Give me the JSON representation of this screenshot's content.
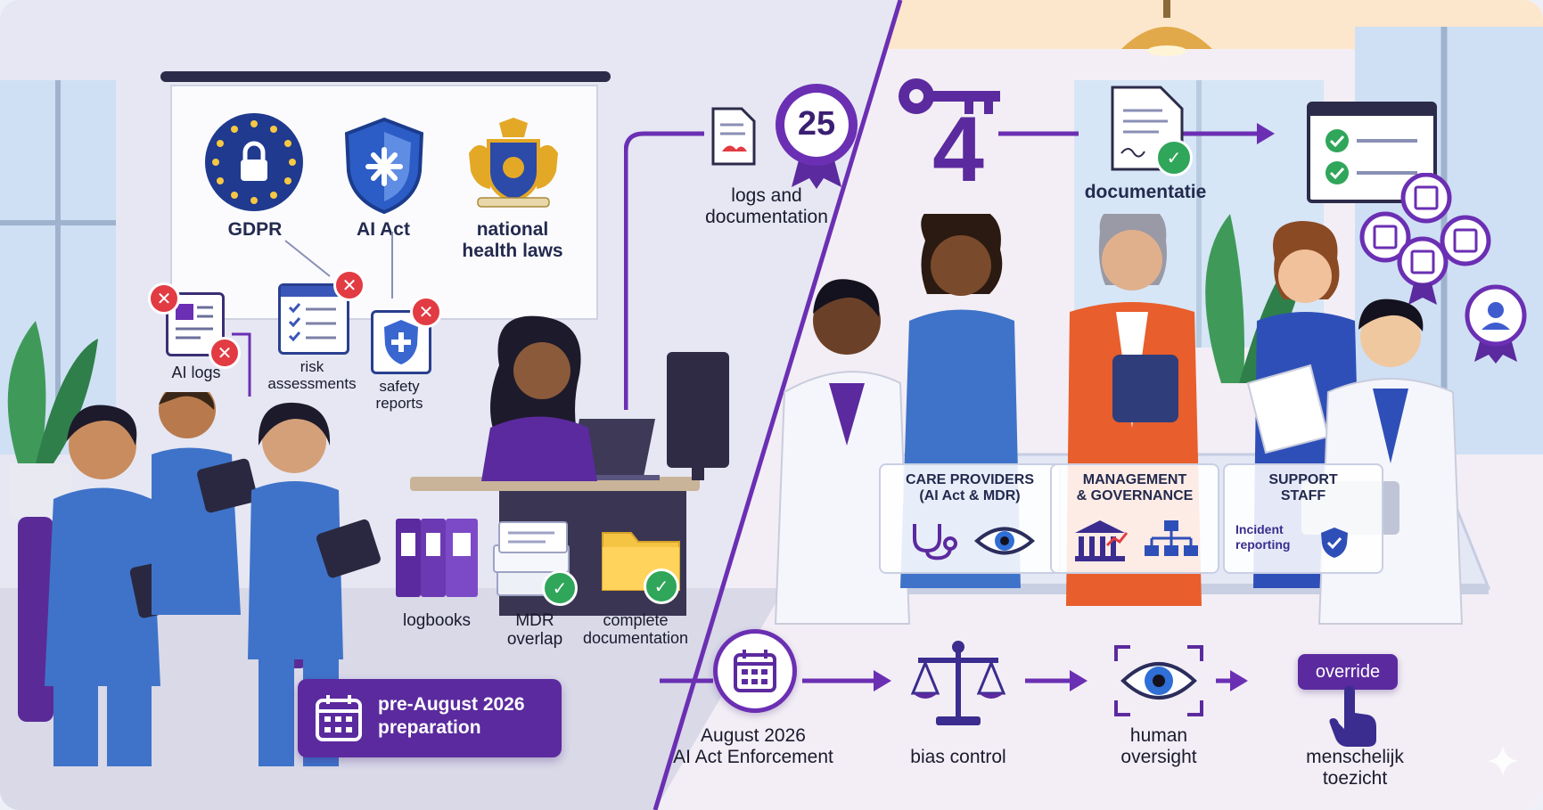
{
  "left_panel": {
    "board_laws": {
      "gdpr_label": "GDPR",
      "ai_act_label": "AI Act",
      "national_label": "national\nhealth laws"
    },
    "problems": {
      "ai_logs_label": "AI logs",
      "risk_label": "risk\nassessments",
      "safety_label": "safety\nreports"
    },
    "documents": {
      "logbooks_label": "logbooks",
      "mdr_label": "MDR\noverlap",
      "complete_label": "complete\ndocumentation"
    },
    "preparation_banner": "pre-August 2026\npreparation"
  },
  "top_flow": {
    "badge_number": "25",
    "logs_label": "logs and\ndocumentation",
    "key_number": "4",
    "documentatie_label": "documentatie"
  },
  "table_cards": {
    "care_title": "CARE PROVIDERS\n(AI Act & MDR)",
    "management_title": "MANAGEMENT\n& GOVERNANCE",
    "support_title": "SUPPORT\nSTAFF",
    "incident_label": "Incident\nreporting"
  },
  "bottom_flow": {
    "enforcement_label": "August 2026\nAI Act Enforcement",
    "bias_label": "bias control",
    "oversight_label": "human\noversight",
    "override_button": "override",
    "menschelijk_label": "menschelijk\ntoezicht"
  },
  "colors": {
    "accent_purple": "#5b2a9e",
    "scrub_blue": "#3f73c9",
    "alert_red": "#e23b43",
    "ok_green": "#2fa65a",
    "eu_blue": "#1f3a8f"
  }
}
